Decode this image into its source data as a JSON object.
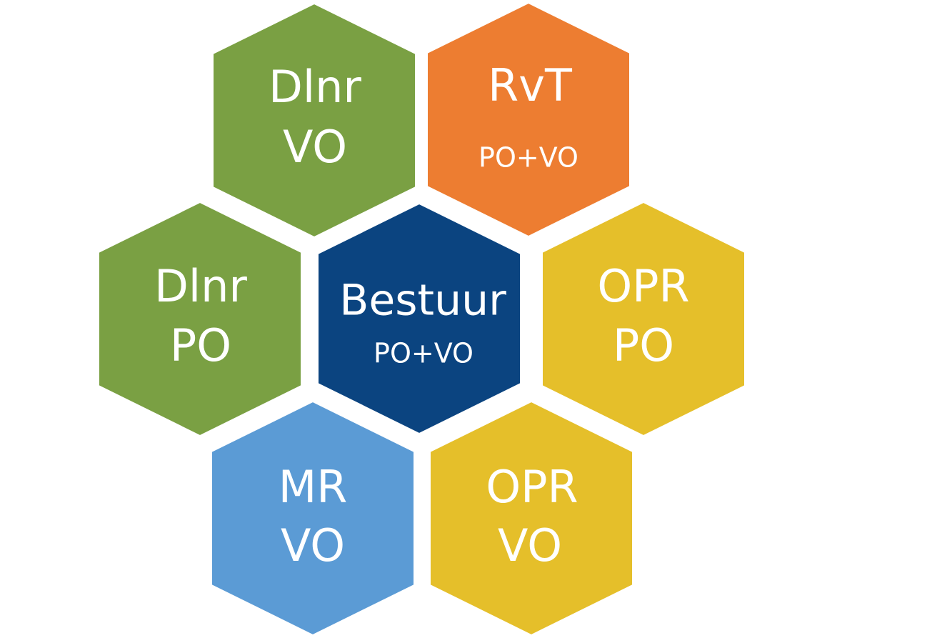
{
  "colors": {
    "green": "#7aa043",
    "orange": "#ed7d31",
    "navy": "#0b4480",
    "yellow": "#e5bf2a",
    "light_blue": "#5b9bd5",
    "text": "#ffffff"
  },
  "hexagons": {
    "dlnr_vo": {
      "line1": "Dlnr",
      "line2": "VO"
    },
    "rvt": {
      "line1": "RvT",
      "line2": "PO+VO"
    },
    "dlnr_po": {
      "line1": "Dlnr",
      "line2": "PO"
    },
    "bestuur": {
      "line1": "Bestuur",
      "line2": "PO+VO"
    },
    "opr_po": {
      "line1": "OPR",
      "line2": "PO"
    },
    "mr_vo": {
      "line1": "MR",
      "line2": "VO"
    },
    "opr_vo": {
      "line1": "OPR",
      "line2": "VO"
    }
  }
}
